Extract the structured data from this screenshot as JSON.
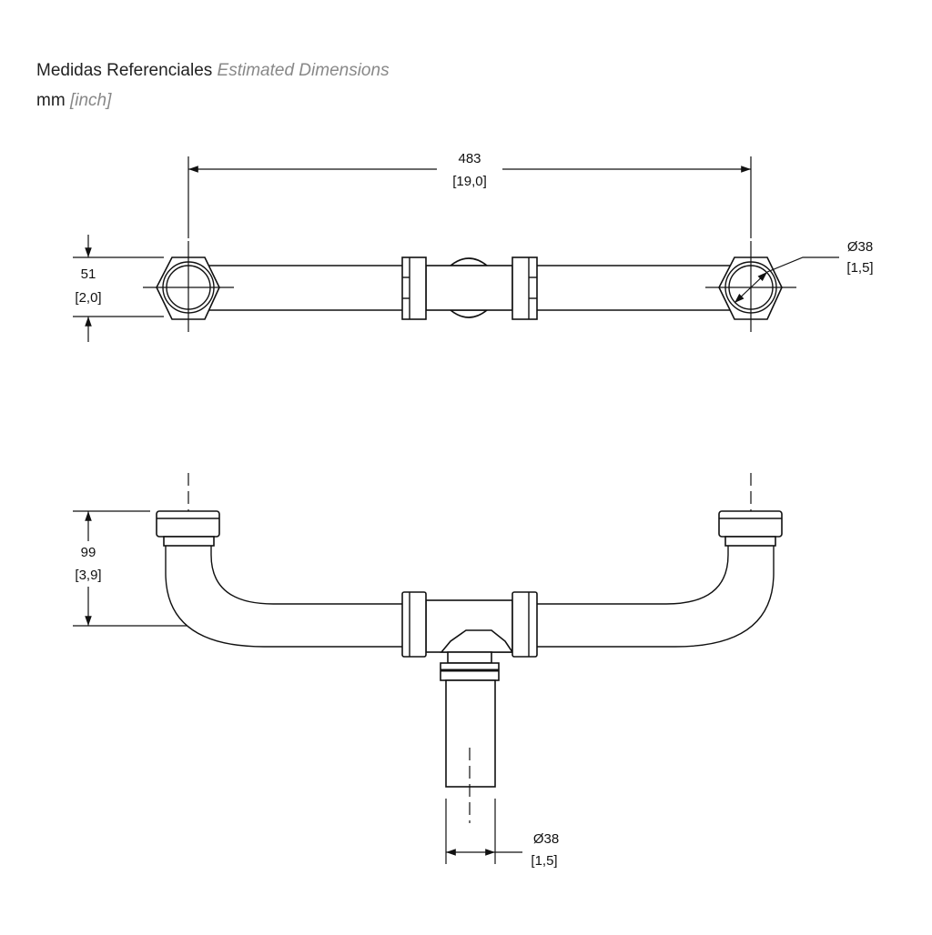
{
  "header": {
    "title_es": "Medidas Referenciales",
    "title_en": "Estimated Dimensions",
    "unit_primary": "mm",
    "unit_secondary": "[inch]"
  },
  "dimensions": {
    "width": {
      "mm": "483",
      "inch": "[19,0]"
    },
    "depth": {
      "mm": "51",
      "inch": "[2,0]"
    },
    "inlet_diameter": {
      "mm": "Ø38",
      "inch": "[1,5]"
    },
    "height": {
      "mm": "99",
      "inch": "[3,9]"
    },
    "outlet_diameter": {
      "mm": "Ø38",
      "inch": "[1,5]"
    }
  }
}
